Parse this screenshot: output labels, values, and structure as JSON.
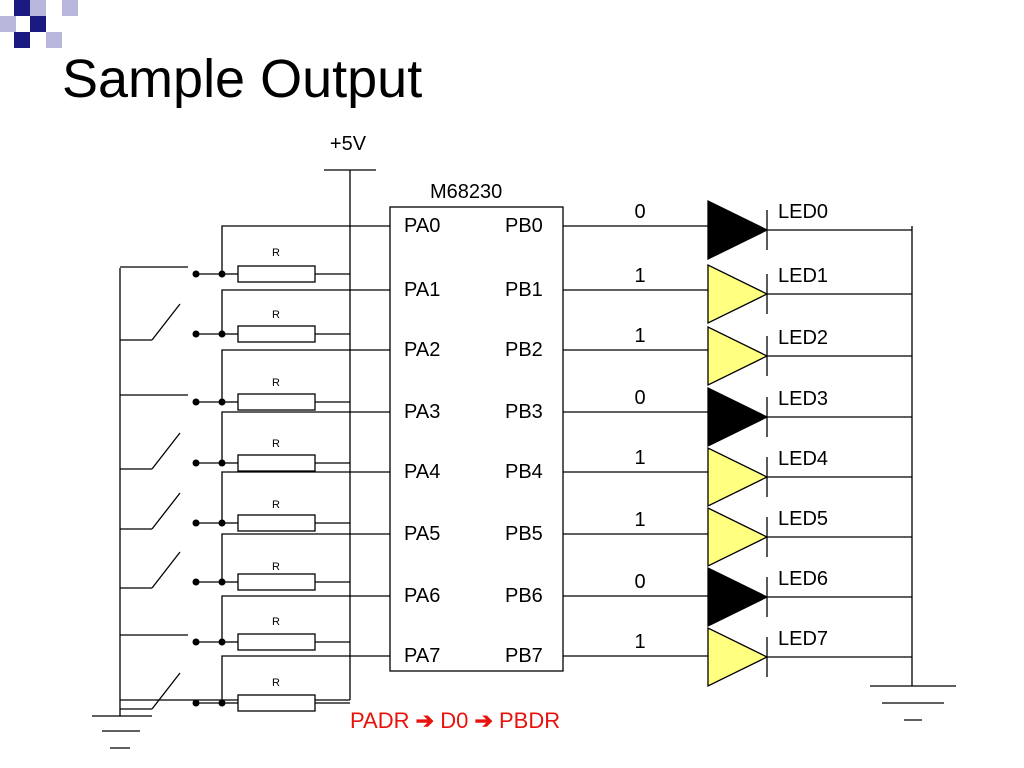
{
  "title": "Sample Output",
  "supply_label": "+5V",
  "chip_label": "M68230",
  "port_a_pins": [
    "PA0",
    "PA1",
    "PA2",
    "PA3",
    "PA4",
    "PA5",
    "PA6",
    "PA7"
  ],
  "port_b_pins": [
    "PB0",
    "PB1",
    "PB2",
    "PB3",
    "PB4",
    "PB5",
    "PB6",
    "PB7"
  ],
  "output_bits": [
    "0",
    "1",
    "1",
    "0",
    "1",
    "1",
    "0",
    "1"
  ],
  "led_labels": [
    "LED0",
    "LED1",
    "LED2",
    "LED3",
    "LED4",
    "LED5",
    "LED6",
    "LED7"
  ],
  "resistor_label": "R",
  "switch_states": [
    "open",
    "closed",
    "open",
    "closed",
    "closed",
    "closed",
    "open",
    "closed"
  ],
  "colors": {
    "led_on": "#ffff80",
    "led_off": "#000000",
    "footer": "#e8120c",
    "logo_dark": "#1a1a80",
    "logo_light": "#b8b8dd"
  },
  "footer": {
    "part1": "PADR",
    "arrow": "➔",
    "part2": "D0",
    "part3": "PBDR"
  }
}
